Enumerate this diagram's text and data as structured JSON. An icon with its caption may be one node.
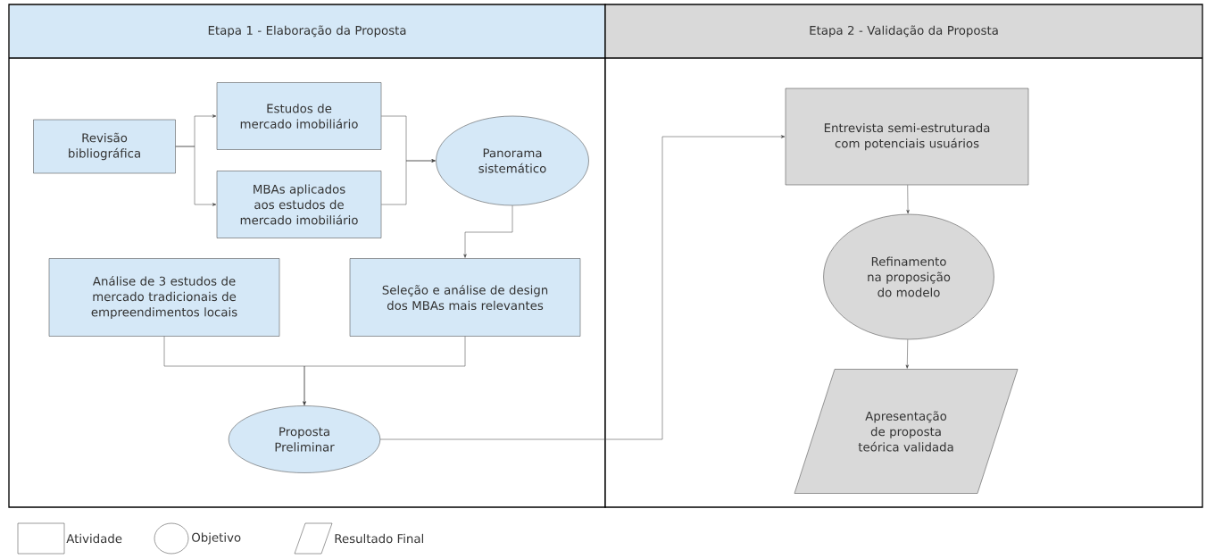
{
  "diagram": {
    "nodes": [
      {
        "text": [
          "Etapa 1 - Elaboração da Proposta"
        ]
      },
      {
        "text": [
          "Revisão bibliográfica"
        ],
        "in": 0
      },
      {
        "text": [
          "Estudos de mercado imobiliário"
        ],
        "in": 0
      },
      {
        "text": [
          "MBAs aplicados aos estudos de mercado imobiliário"
        ],
        "in": 0
      },
      {
        "text": [
          "Panorama sistemático"
        ],
        "in": 0
      },
      {
        "text": [
          "Análise de 3 estudos de mercado tradicionais de empreendimentos locais"
        ],
        "in": 0
      },
      {
        "text": [
          "Seleção e análise de design dos MBAs mais relevantes"
        ],
        "in": 0
      },
      {
        "text": [
          "Proposta Preliminar"
        ],
        "in": 0
      },
      {
        "text": [
          "Etapa 2 - Validação da Proposta"
        ]
      },
      {
        "text": [
          "Entrevista semi-estruturada com potenciais usuários"
        ],
        "in": 8
      },
      {
        "text": [
          "Refinamento na proposição do modelo"
        ],
        "in": 8
      },
      {
        "text": [
          "Apresentação de proposta teórica validada"
        ],
        "in": 8
      }
    ],
    "edges": [
      {
        "from": 1,
        "to": 2,
        "arrow": "to"
      },
      {
        "from": 1,
        "to": 3,
        "arrow": "to"
      },
      {
        "from": 2,
        "to": 4,
        "arrow": "to"
      },
      {
        "from": 3,
        "to": 4,
        "arrow": "to"
      },
      {
        "from": 4,
        "to": 6,
        "arrow": "to"
      },
      {
        "from": 5,
        "to": 7,
        "arrow": "to"
      },
      {
        "from": 6,
        "to": 7,
        "arrow": "to"
      },
      {
        "from": 7,
        "to": 9,
        "arrow": "to"
      },
      {
        "from": 9,
        "to": 10,
        "arrow": "to"
      },
      {
        "from": 10,
        "to": 11,
        "arrow": "to"
      }
    ],
    "legend": [
      {
        "text": "Atividade"
      },
      {
        "text": "Objetivo"
      },
      {
        "text": "Resultado Final"
      }
    ]
  }
}
